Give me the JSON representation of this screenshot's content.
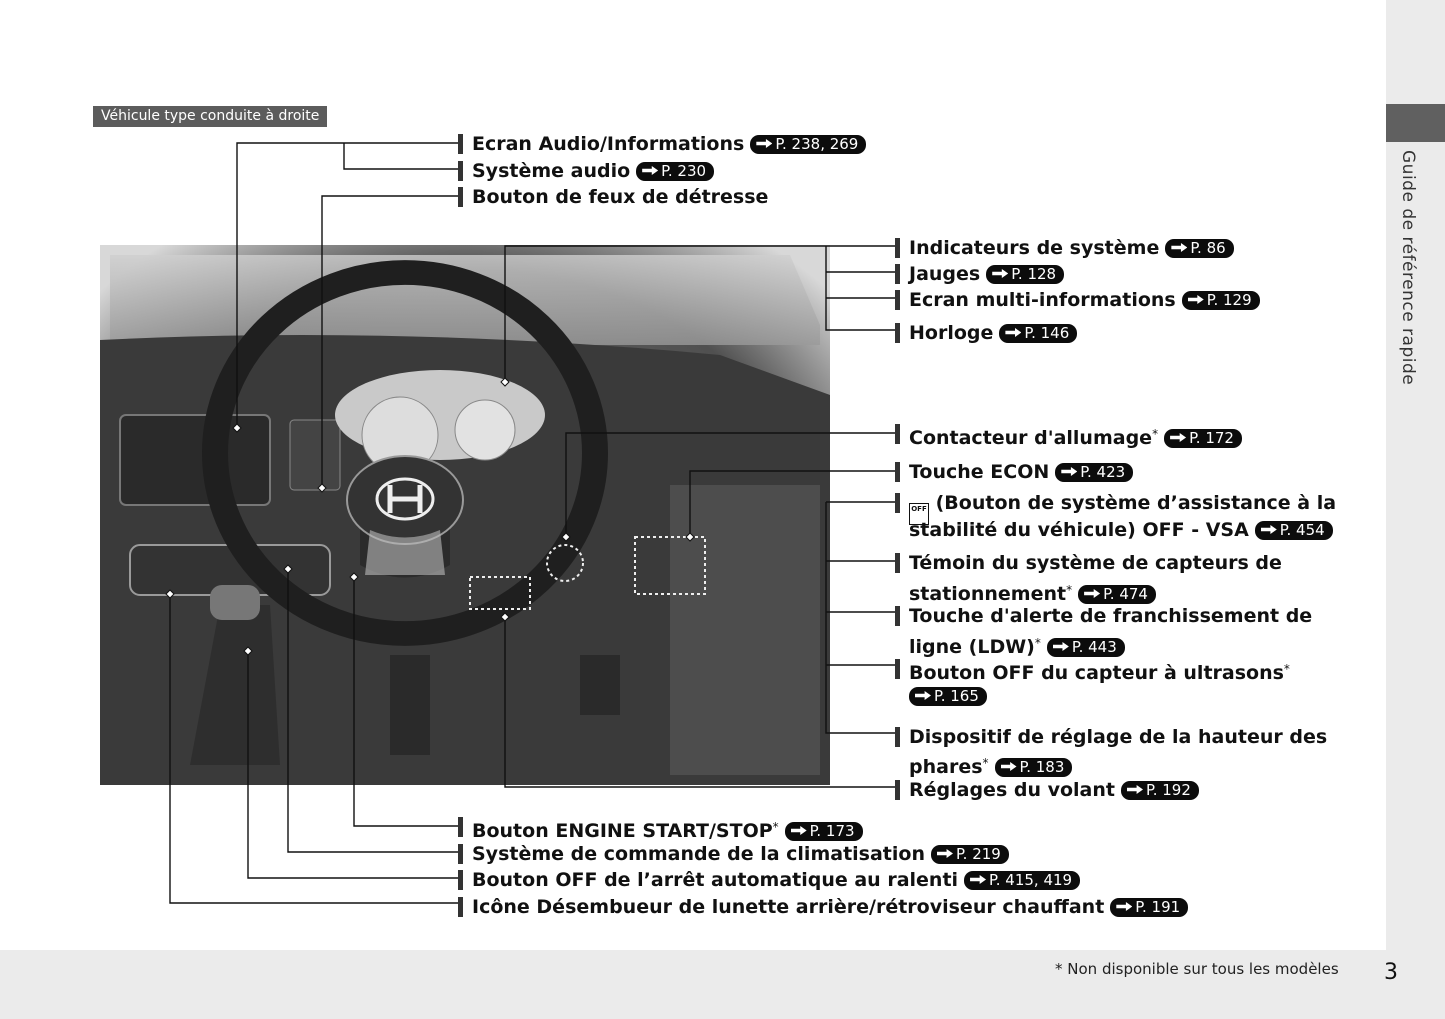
{
  "header": {
    "badge": "Véhicule type conduite à droite"
  },
  "sidebar": {
    "title": "Guide de référence rapide"
  },
  "footer": {
    "footnote": "* Non disponible sur tous les modèles",
    "page_number": "3"
  },
  "illustration": {
    "vsa_icon_text": "OFF"
  },
  "labels": {
    "ecran_audio": {
      "text": "Ecran Audio/Informations",
      "ref": "P. 238, 269"
    },
    "systeme_audio": {
      "text": "Système audio",
      "ref": "P. 230"
    },
    "detresse": {
      "text": "Bouton de feux de détresse"
    },
    "indicateurs": {
      "text": "Indicateurs de système",
      "ref": "P. 86"
    },
    "jauges": {
      "text": "Jauges",
      "ref": "P. 128"
    },
    "multi_info": {
      "text": "Ecran multi-informations",
      "ref": "P. 129"
    },
    "horloge": {
      "text": "Horloge",
      "ref": "P. 146"
    },
    "contacteur": {
      "text": "Contacteur d'allumage",
      "star": "*",
      "ref": "P. 172"
    },
    "econ": {
      "text": "Touche ECON",
      "ref": "P. 423"
    },
    "vsa": {
      "line1": "(Bouton de système d’assistance à la",
      "line2": "stabilité du véhicule) OFF - VSA",
      "ref": "P. 454"
    },
    "temoin": {
      "line1": "Témoin du système de capteurs de",
      "line2": "stationnement",
      "star": "*",
      "ref": "P. 474"
    },
    "ldw": {
      "line1": "Touche d'alerte de franchissement de",
      "line2": "ligne (LDW)",
      "star": "*",
      "ref": "P. 443"
    },
    "ultrasons": {
      "line1": "Bouton OFF du capteur à ultrasons",
      "star": "*",
      "ref": "P. 165"
    },
    "phares": {
      "line1": "Dispositif de réglage de la hauteur des",
      "line2": "phares",
      "star": "*",
      "ref": "P. 183"
    },
    "volant": {
      "text": "Réglages du volant",
      "ref": "P. 192"
    },
    "engine": {
      "text": "Bouton ENGINE START/STOP",
      "star": "*",
      "ref": "P. 173"
    },
    "clim": {
      "text": "Système de commande de la climatisation",
      "ref": "P. 219"
    },
    "ralenti": {
      "text": "Bouton OFF de l’arrêt automatique au ralenti",
      "ref": "P. 415, 419"
    },
    "desembueur": {
      "text": "Icône Désembueur de lunette arrière/rétroviseur chauffant",
      "ref": "P. 191"
    }
  }
}
